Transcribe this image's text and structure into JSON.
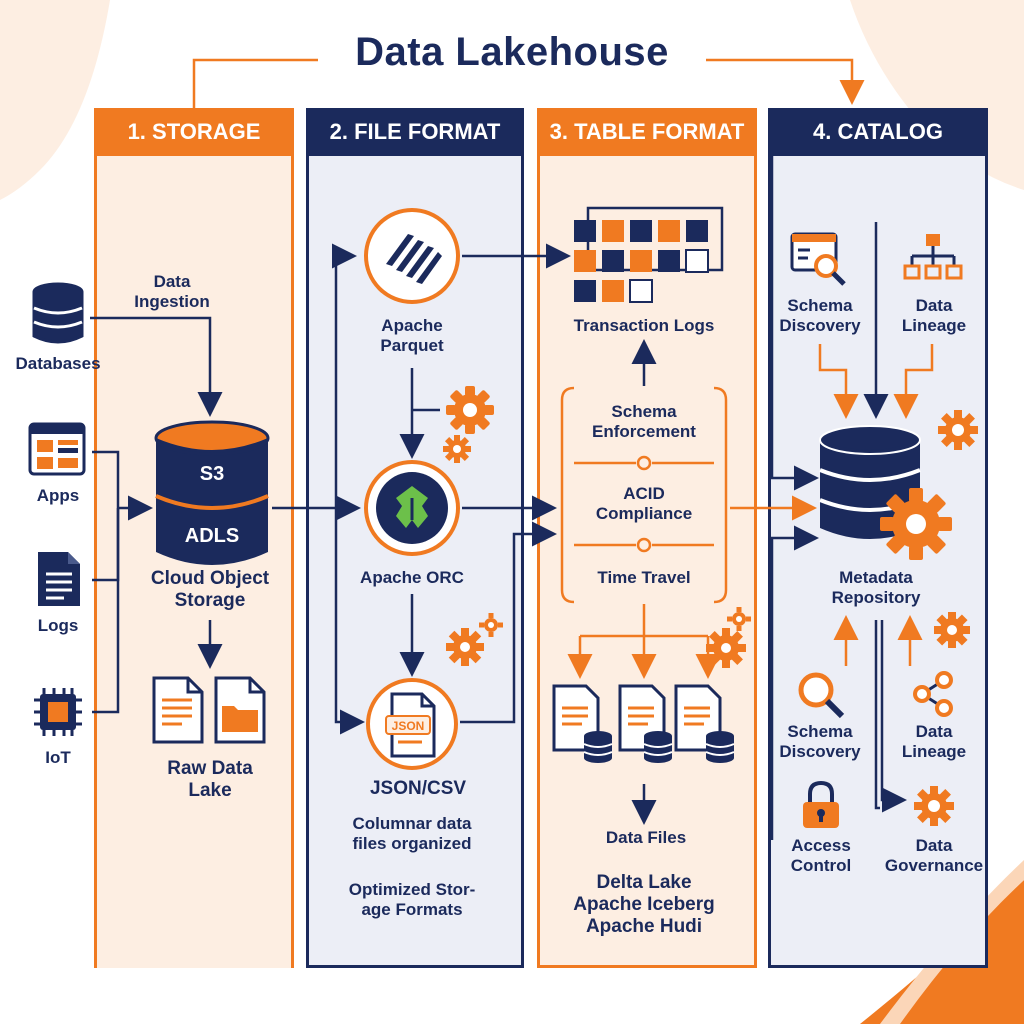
{
  "title": "Data Lakehouse",
  "columns": [
    {
      "label": "1. STORAGE"
    },
    {
      "label": "2. FILE FORMAT"
    },
    {
      "label": "3. TABLE FORMAT"
    },
    {
      "label": "4. CATALOG"
    }
  ],
  "sources": {
    "databases": "Databases",
    "apps": "Apps",
    "logs": "Logs",
    "iot": "IoT"
  },
  "storage": {
    "ingestion_line1": "Data",
    "ingestion_line2": "Ingestion",
    "s3": "S3",
    "adls": "ADLS",
    "cloud_line1": "Cloud Object",
    "cloud_line2": "Storage",
    "raw_line1": "Raw Data",
    "raw_line2": "Lake"
  },
  "file_format": {
    "parquet_line1": "Apache",
    "parquet_line2": "Parquet",
    "orc": "Apache ORC",
    "json_badge": "JSON",
    "json_csv": "JSON/CSV",
    "columnar_line1": "Columnar data",
    "columnar_line2": "files organized",
    "optimized_line1": "Optimized Stor-",
    "optimized_line2": "age Formats"
  },
  "table_format": {
    "transaction_logs": "Transaction Logs",
    "schema_line1": "Schema",
    "schema_line2": "Enforcement",
    "acid_line1": "ACID",
    "acid_line2": "Compliance",
    "time_travel": "Time Travel",
    "data_files": "Data Files",
    "delta": "Delta Lake",
    "iceberg": "Apache Iceberg",
    "hudi": "Apache Hudi"
  },
  "catalog": {
    "schema_discovery_top_line1": "Schema",
    "schema_discovery_top_line2": "Discovery",
    "lineage_top_line1": "Data",
    "lineage_top_line2": "Lineage",
    "metadata_line1": "Metadata",
    "metadata_line2": "Repository",
    "schema_discovery_bottom_line1": "Schema",
    "schema_discovery_bottom_line2": "Discovery",
    "lineage_bottom_line1": "Data",
    "lineage_bottom_line2": "Lineage",
    "access_line1": "Access",
    "access_line2": "Control",
    "governance_line1": "Data",
    "governance_line2": "Governance"
  },
  "colors": {
    "navy": "#1b2a5c",
    "orange": "#f07a21",
    "peach": "#fdeee2",
    "lavender": "#eceef6"
  }
}
